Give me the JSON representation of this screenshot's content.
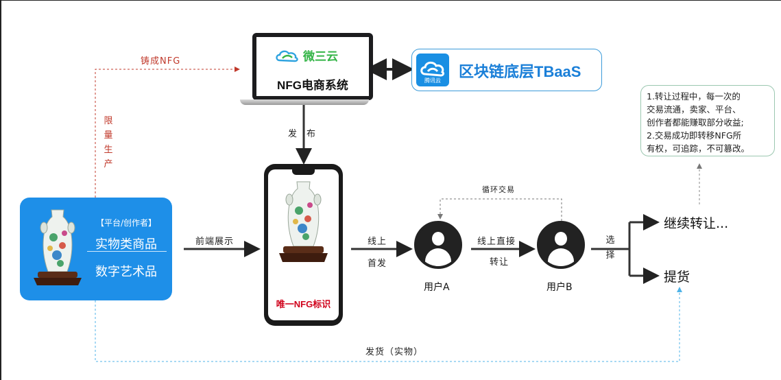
{
  "laptop": {
    "logo_text": "微三云",
    "system_title": "NFG电商系统"
  },
  "tbaas": {
    "icon_caption": "腾讯云",
    "label": "区块链底层TBaaS"
  },
  "phone": {
    "tag": "唯一NFG标识"
  },
  "product_card": {
    "tag": "【平台/创作者】",
    "item_physical": "实物类商品",
    "item_digital": "数字艺术品"
  },
  "labels": {
    "mint": "铸成NFG",
    "limited_production": "限量生产",
    "publish": "发布",
    "frontend_display": "前端展示",
    "online_top": "线上",
    "online_bottom": "首发",
    "direct_top": "线上直接",
    "direct_bottom": "转让",
    "cycle_trade": "循环交易",
    "choose": "选择",
    "ship": "发货（实物）"
  },
  "users": {
    "a": "用户A",
    "b": "用户B"
  },
  "outcomes": {
    "continue": "继续转让...",
    "pickup": "提货"
  },
  "note": {
    "lines": [
      "1.转让过程中，每一次的",
      "交易流通，卖家、平台、",
      "创作者都能赚取部分收益;",
      "2.交易成功即转移NFG所",
      "有权，可追踪，不可篡改。"
    ]
  },
  "colors": {
    "accent_blue": "#1e8fe8",
    "red_dashed": "#c0392b",
    "cyan_dashed": "#4fb3e8"
  }
}
